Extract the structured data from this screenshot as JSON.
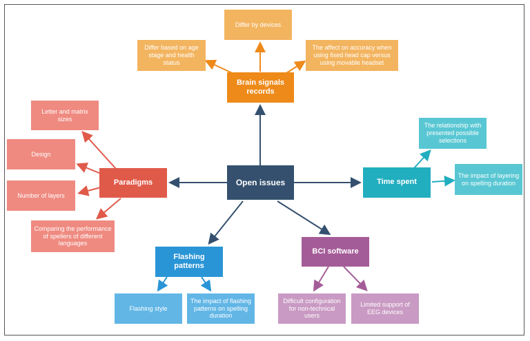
{
  "center": {
    "label": "Open issues"
  },
  "brain": {
    "label": "Brain signals records",
    "children": [
      "Differ based on age stage and health status",
      "Differ by devices",
      "The affect on accuracy when using fixed head cap versus using movable headset"
    ]
  },
  "paradigms": {
    "label": "Paradigms",
    "children": [
      "Letter and matrix sizes",
      "Design",
      "Number of layers",
      "Comparing the performance of spellers of different languages"
    ]
  },
  "time": {
    "label": "Time spent",
    "children": [
      "The relationship with presented possible selections",
      "The impact of layering on spelling duration"
    ]
  },
  "flashing": {
    "label": "Flashing patterns",
    "children": [
      "Flashing style",
      "The impact of flashing patterns on spelling duration"
    ]
  },
  "bci": {
    "label": "BCI software",
    "children": [
      "Difficult configuration for non-technical users",
      "Limited support of EEG devices"
    ]
  },
  "colors": {
    "center": "#34506e",
    "orange": "#ee8a1a",
    "red": "#e05a4a",
    "teal": "#21aebf",
    "blue": "#2a95d6",
    "purple": "#a45c98"
  }
}
